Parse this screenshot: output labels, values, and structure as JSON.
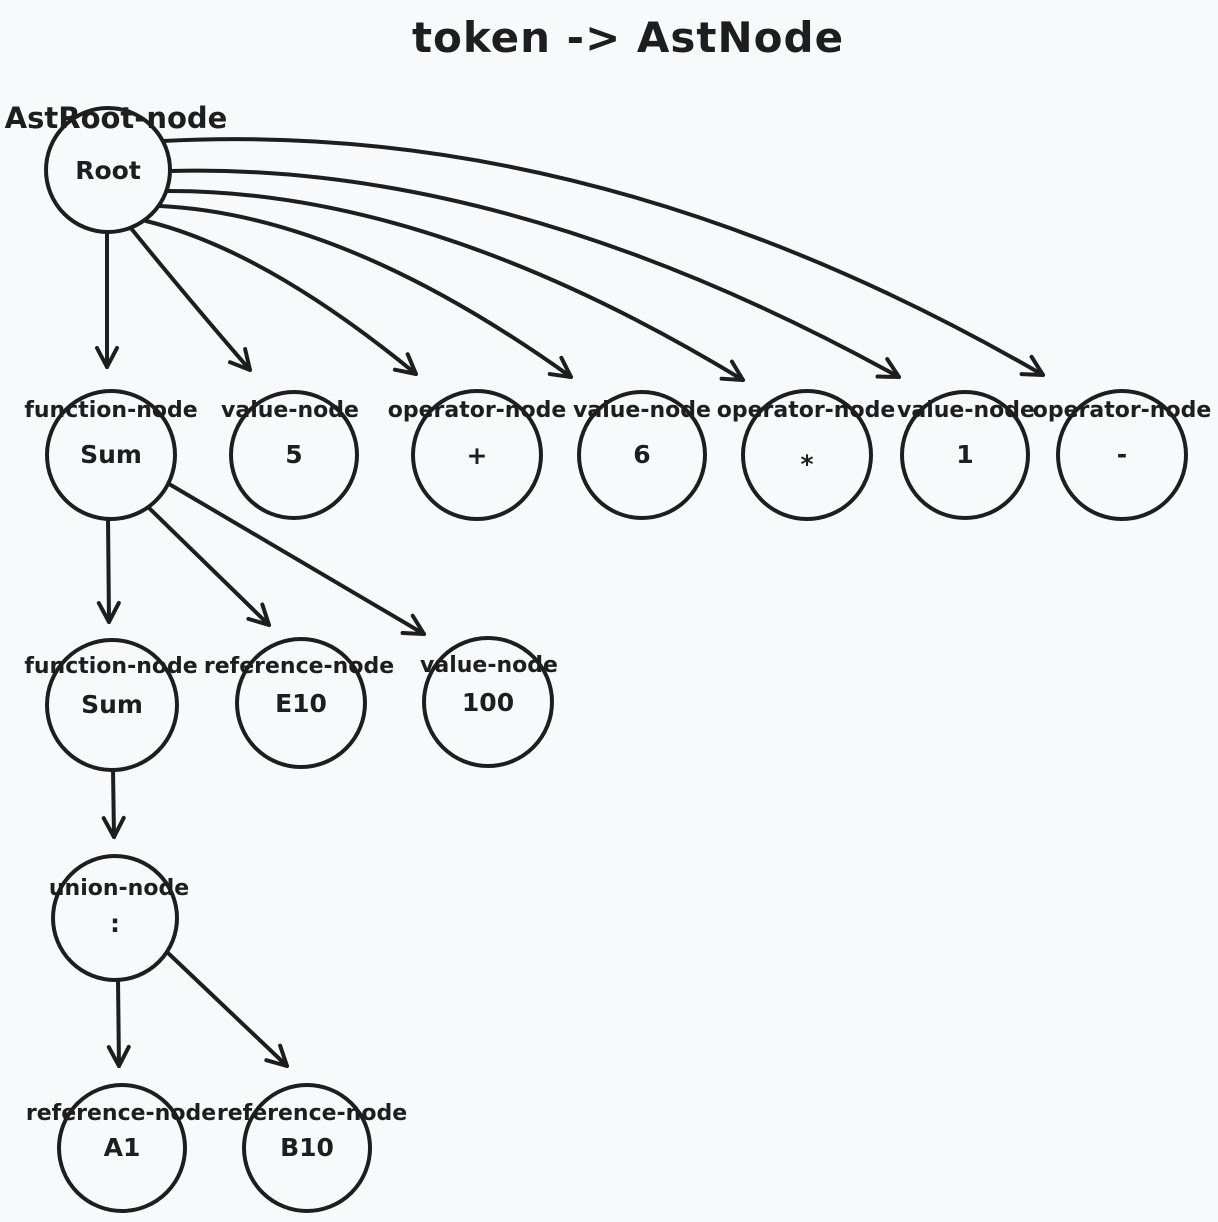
{
  "title": "token -> AstNode",
  "colors": {
    "stroke": "#1e1e1e",
    "background": "#f8f9fa"
  },
  "nodes": {
    "root": {
      "type": "AstRoot-node",
      "value": "Root"
    },
    "sum1": {
      "type": "function-node",
      "value": "Sum"
    },
    "val5": {
      "type": "value-node",
      "value": "5"
    },
    "plus": {
      "type": "operator-node",
      "value": "+"
    },
    "val6": {
      "type": "value-node",
      "value": "6"
    },
    "star": {
      "type": "operator-node",
      "value": "*"
    },
    "val1": {
      "type": "value-node",
      "value": "1"
    },
    "minus": {
      "type": "operator-node",
      "value": "-"
    },
    "sum2": {
      "type": "function-node",
      "value": "Sum"
    },
    "e10": {
      "type": "reference-node",
      "value": "E10"
    },
    "val100": {
      "type": "value-node",
      "value": "100"
    },
    "union": {
      "type": "union-node",
      "value": ":"
    },
    "a1": {
      "type": "reference-node",
      "value": "A1"
    },
    "b10": {
      "type": "reference-node",
      "value": "B10"
    }
  },
  "edges": [
    {
      "from": "root",
      "to": "sum1"
    },
    {
      "from": "root",
      "to": "val5"
    },
    {
      "from": "root",
      "to": "plus"
    },
    {
      "from": "root",
      "to": "val6"
    },
    {
      "from": "root",
      "to": "star"
    },
    {
      "from": "root",
      "to": "val1"
    },
    {
      "from": "root",
      "to": "minus"
    },
    {
      "from": "sum1",
      "to": "sum2"
    },
    {
      "from": "sum1",
      "to": "e10"
    },
    {
      "from": "sum1",
      "to": "val100"
    },
    {
      "from": "sum2",
      "to": "union"
    },
    {
      "from": "union",
      "to": "a1"
    },
    {
      "from": "union",
      "to": "b10"
    }
  ]
}
